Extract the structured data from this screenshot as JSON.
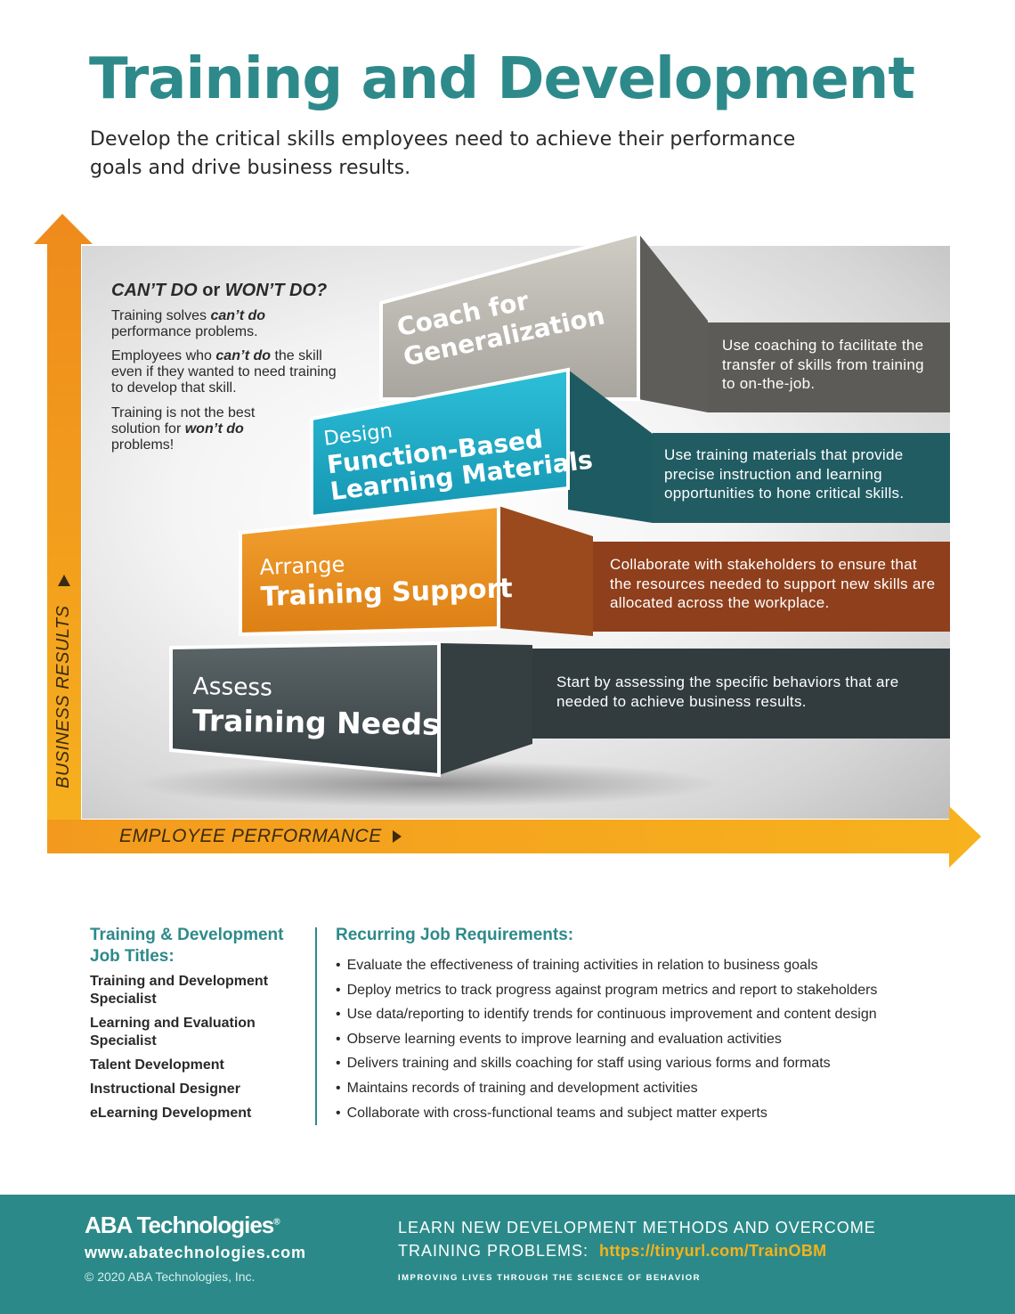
{
  "header": {
    "title": "Training and Development",
    "subtitle": "Develop the critical skills employees need to achieve their performance goals and drive business results."
  },
  "question": {
    "heading_part1": "CAN’T DO",
    "heading_or": " or ",
    "heading_part2": "WON’T DO?",
    "p1_pre": "Training solves ",
    "p1_em": "can’t do",
    "p1_post": " performance problems.",
    "p2_pre": "Employees who ",
    "p2_em": "can’t do",
    "p2_post": " the skill even if they wanted to need training to develop that skill.",
    "p3_pre": "Training is not the best solution for ",
    "p3_em": "won’t do",
    "p3_post": " problems!"
  },
  "steps": [
    {
      "small": "Assess",
      "large": [
        "Training Needs"
      ],
      "description": "Start by assessing the specific behaviors that are needed to achieve business results."
    },
    {
      "small": "Arrange",
      "large": [
        "Training Support"
      ],
      "description": "Collaborate with stakeholders to ensure that the resources needed to support new skills are allocated across the workplace."
    },
    {
      "small": "Design",
      "large": [
        "Function-Based",
        "Learning Materials"
      ],
      "description": "Use training materials that provide precise instruction and learning opportunities to hone critical skills."
    },
    {
      "small": "",
      "large": [
        "Coach for",
        "Generalization"
      ],
      "description": "Use coaching to facilitate the transfer of skills from training to on-the-job."
    }
  ],
  "axes": {
    "y_label": "BUSINESS RESULTS",
    "x_label": "EMPLOYEE PERFORMANCE"
  },
  "jobs": {
    "heading": "Training & Development Job Titles:",
    "items": [
      "Training and Development Specialist",
      "Learning and Evaluation Specialist",
      "Talent Development",
      "Instructional Designer",
      "eLearning Development"
    ]
  },
  "requirements": {
    "heading": "Recurring Job Requirements:",
    "items": [
      "Evaluate the effectiveness of training activities in relation to business goals",
      "Deploy metrics to track progress against program metrics and report to stakeholders",
      "Use data/reporting to identify trends for continuous improvement and content design",
      "Observe learning events to improve learning and evaluation activities",
      "Delivers training and skills coaching for staff using various forms and formats",
      "Maintains records of training and development activities",
      "Collaborate with cross-functional teams and subject matter experts"
    ]
  },
  "footer": {
    "logo": "ABA Technologies",
    "logo_mark": "®",
    "website": "www.abatechnologies.com",
    "copyright": "© 2020 ABA Technologies, Inc.",
    "cta_line1": "LEARN NEW DEVELOPMENT METHODS AND OVERCOME",
    "cta_line2": "TRAINING PROBLEMS:",
    "cta_link": "https://tinyurl.com/TrainOBM",
    "tagline": "IMPROVING LIVES THROUGH THE SCIENCE OF BEHAVIOR"
  },
  "colors": {
    "teal": "#2e8a8a",
    "axis_orange": "#f09a1e",
    "step1_dark": "#3e4a4c",
    "step2_orange": "#e8901e",
    "step3_cyan": "#1aa9c6",
    "step4_gray": "#b8b5ad",
    "link_yellow": "#f6b21b"
  }
}
